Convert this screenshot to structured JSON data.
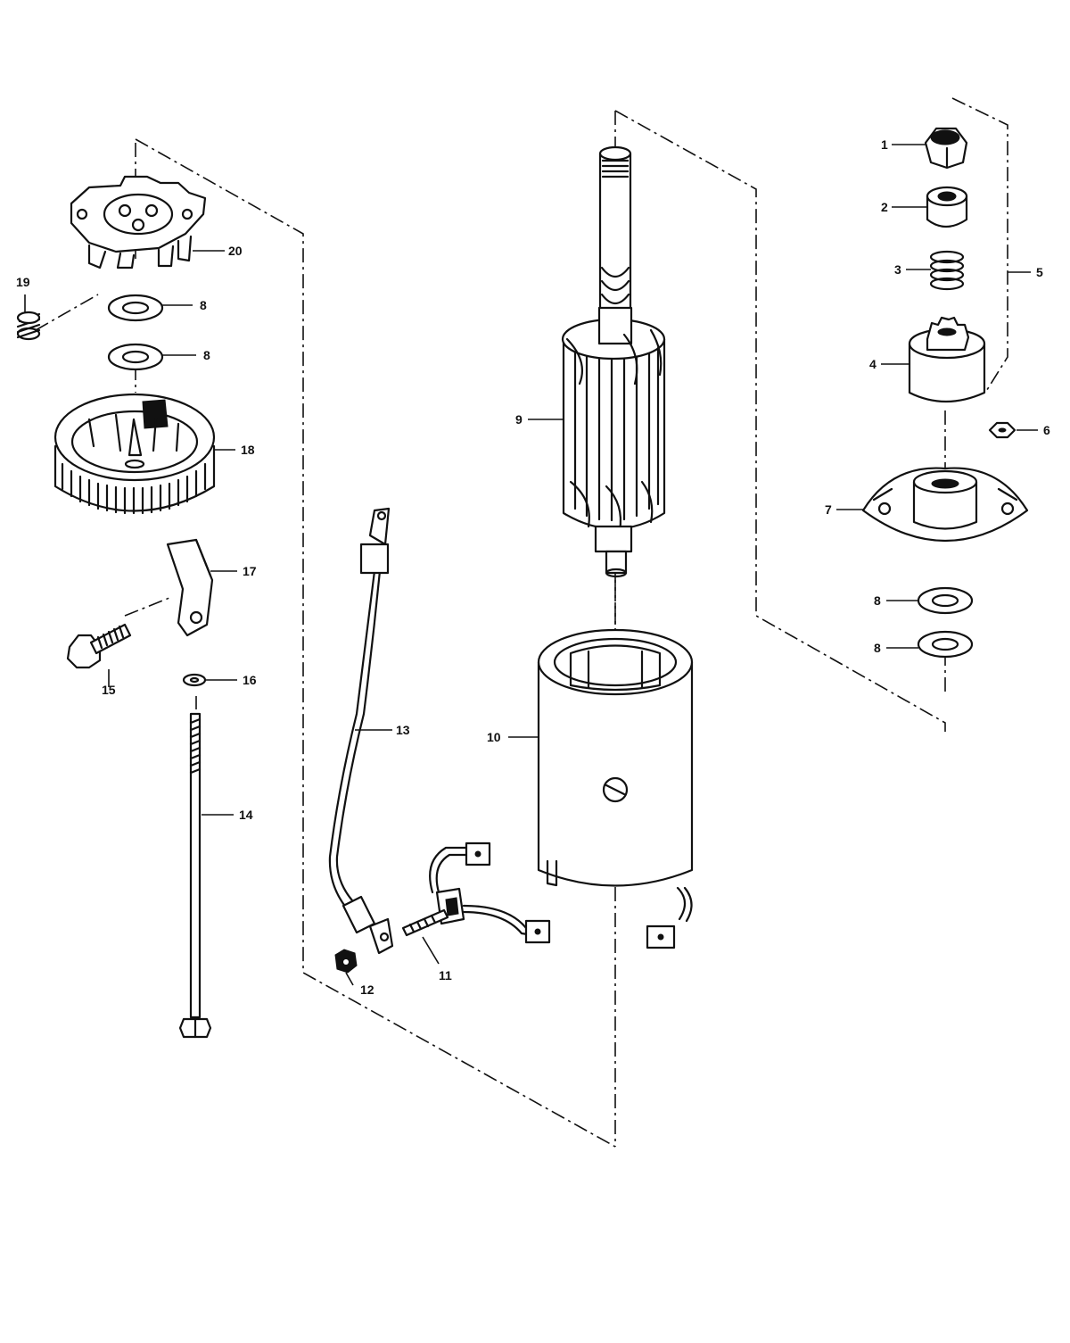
{
  "callouts": [
    {
      "id": "c1",
      "label": "1"
    },
    {
      "id": "c2",
      "label": "2"
    },
    {
      "id": "c3",
      "label": "3"
    },
    {
      "id": "c4",
      "label": "4"
    },
    {
      "id": "c5",
      "label": "5"
    },
    {
      "id": "c6",
      "label": "6"
    },
    {
      "id": "c7",
      "label": "7"
    },
    {
      "id": "c8a",
      "label": "8"
    },
    {
      "id": "c8b",
      "label": "8"
    },
    {
      "id": "c8c",
      "label": "8"
    },
    {
      "id": "c8d",
      "label": "8"
    },
    {
      "id": "c9",
      "label": "9"
    },
    {
      "id": "c10",
      "label": "10"
    },
    {
      "id": "c11",
      "label": "11"
    },
    {
      "id": "c12",
      "label": "12"
    },
    {
      "id": "c13",
      "label": "13"
    },
    {
      "id": "c14",
      "label": "14"
    },
    {
      "id": "c15",
      "label": "15"
    },
    {
      "id": "c16",
      "label": "16"
    },
    {
      "id": "c17",
      "label": "17"
    },
    {
      "id": "c18",
      "label": "18"
    },
    {
      "id": "c19",
      "label": "19"
    },
    {
      "id": "c20",
      "label": "20"
    }
  ]
}
